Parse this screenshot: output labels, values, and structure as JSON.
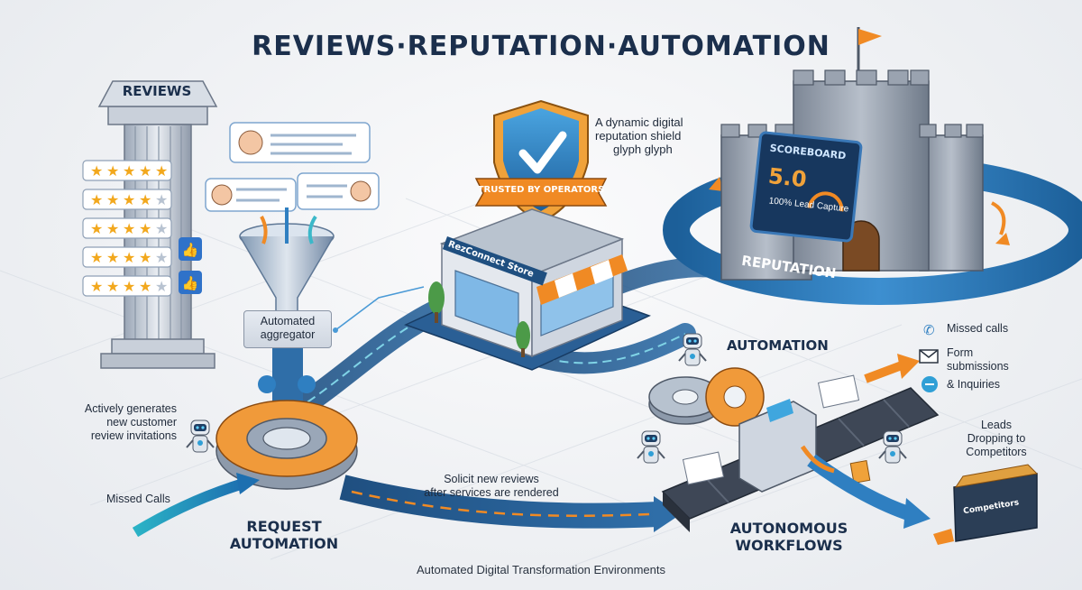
{
  "title": "REVIEWS·REPUTATION·AUTOMATION",
  "pillar": {
    "label": "REVIEWS",
    "ratings": [
      5,
      4,
      4,
      4,
      4
    ]
  },
  "aggregator": {
    "label_line1": "Automated",
    "label_line2": "aggregator"
  },
  "shield": {
    "caption_line1": "A dynamic digital",
    "caption_line2": "reputation shield",
    "caption_line3": "glyph glyph",
    "badge": "TRUSTED BY OPERATORS"
  },
  "store": {
    "sign": "RezConnect Store"
  },
  "castle": {
    "scoreboard_title": "SCOREBOARD",
    "score": "5.0",
    "score_caption": "100% Lead Capture",
    "ring_label": "REPUTATION"
  },
  "left": {
    "generates_line1": "Actively generates",
    "generates_line2": "new customer",
    "generates_line3": "review invitations",
    "missed_calls": "Missed Calls",
    "request_line1": "REQUEST",
    "request_line2": "AUTOMATION"
  },
  "middle": {
    "solicit_line1": "Solicit new reviews",
    "solicit_line2": "after services are rendered"
  },
  "right": {
    "automation": "AUTOMATION",
    "inputs": {
      "missed": "Missed calls",
      "form_line1": "Form",
      "form_line2": "submissions",
      "inquiries": "& Inquiries"
    },
    "leads_line1": "Leads",
    "leads_line2": "Dropping to",
    "leads_line3": "Competitors",
    "dumpster_label": "Competitors",
    "workflows_line1": "AUTONOMOUS",
    "workflows_line2": "WORKFLOWS"
  },
  "footer": "Automated Digital Transformation Environments",
  "colors": {
    "navy": "#1b2f4c",
    "orange": "#f08a24",
    "blue": "#2f7fc1",
    "teal": "#3bb8c9"
  }
}
